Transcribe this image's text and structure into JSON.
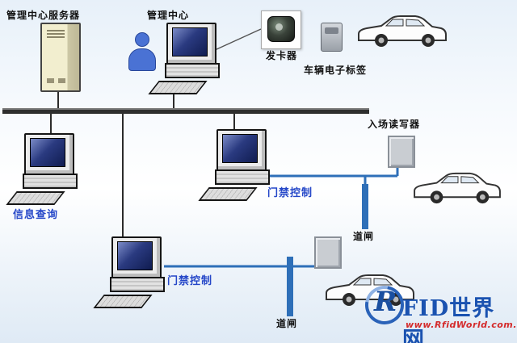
{
  "nodes": {
    "server": {
      "label": "管理中心服务器"
    },
    "management_center": {
      "label": "管理中心"
    },
    "card_issuer": {
      "label": "发卡器"
    },
    "vehicle_tag": {
      "label": "车辆电子标签"
    },
    "entrance_reader": {
      "label": "入场读写器"
    },
    "info_query": {
      "label": "信息查询"
    },
    "access_control_1": {
      "label": "门禁控制"
    },
    "access_control_2": {
      "label": "门禁控制"
    },
    "barrier_1": {
      "label": "道闸"
    },
    "barrier_2": {
      "label": "道闸"
    }
  },
  "colors": {
    "label_black": "#111111",
    "label_blue": "#2547c8",
    "connector_blue": "#2e6fb8",
    "bus": "#2e2e2e",
    "logo_blue": "#1a52b0",
    "logo_url_red": "#d42a2a"
  },
  "logo": {
    "mark": "R",
    "name": "FID世界网",
    "url": "www.RfidWorld.com.cn"
  }
}
